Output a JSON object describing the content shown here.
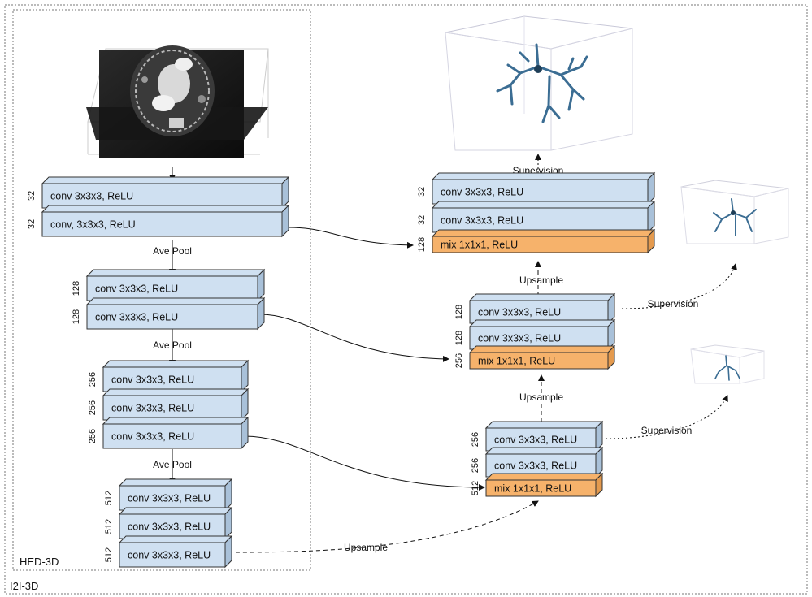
{
  "frames": {
    "outer_label": "I2I-3D",
    "inner_label": "HED-3D"
  },
  "encoder": {
    "stage1": {
      "blocks": [
        {
          "label": "conv 3x3x3, ReLU",
          "channels": "32"
        },
        {
          "label": "conv, 3x3x3, ReLU",
          "channels": "32"
        }
      ]
    },
    "pool1": "Ave Pool",
    "stage2": {
      "blocks": [
        {
          "label": "conv 3x3x3, ReLU",
          "channels": "128"
        },
        {
          "label": "conv 3x3x3, ReLU",
          "channels": "128"
        }
      ]
    },
    "pool2": "Ave Pool",
    "stage3": {
      "blocks": [
        {
          "label": "conv 3x3x3, ReLU",
          "channels": "256"
        },
        {
          "label": "conv 3x3x3, ReLU",
          "channels": "256"
        },
        {
          "label": "conv 3x3x3, ReLU",
          "channels": "256"
        }
      ]
    },
    "pool3": "Ave Pool",
    "stage4": {
      "blocks": [
        {
          "label": "conv 3x3x3, ReLU",
          "channels": "512"
        },
        {
          "label": "conv 3x3x3, ReLU",
          "channels": "512"
        },
        {
          "label": "conv 3x3x3, ReLU",
          "channels": "512"
        }
      ]
    }
  },
  "decoder": {
    "stage1": {
      "blocks": [
        {
          "label": "conv 3x3x3, ReLU",
          "channels": "256"
        },
        {
          "label": "conv 3x3x3, ReLU",
          "channels": "256"
        },
        {
          "label": "mix 1x1x1, ReLU",
          "channels": "512"
        }
      ]
    },
    "upsample1": "Upsample",
    "stage2": {
      "blocks": [
        {
          "label": "conv 3x3x3, ReLU",
          "channels": "128"
        },
        {
          "label": "conv 3x3x3, ReLU",
          "channels": "128"
        },
        {
          "label": "mix 1x1x1, ReLU",
          "channels": "256"
        }
      ]
    },
    "upsample2": "Upsample",
    "stage3": {
      "blocks": [
        {
          "label": "conv 3x3x3, ReLU",
          "channels": "32"
        },
        {
          "label": "conv 3x3x3, ReLU",
          "channels": "32"
        },
        {
          "label": "mix 1x1x1, ReLU",
          "channels": "128"
        }
      ]
    }
  },
  "connections": {
    "bottom_upsample": "Upsample",
    "supervision_top": "Supervision",
    "supervision_mid": "Supervision",
    "supervision_low": "Supervision"
  },
  "colors": {
    "conv_block": "#cfe0f1",
    "conv_block_side": "#a9c1d9",
    "mix_block": "#f6b26b",
    "mix_block_side": "#e49a4e",
    "vessel": "#3b6d93"
  }
}
